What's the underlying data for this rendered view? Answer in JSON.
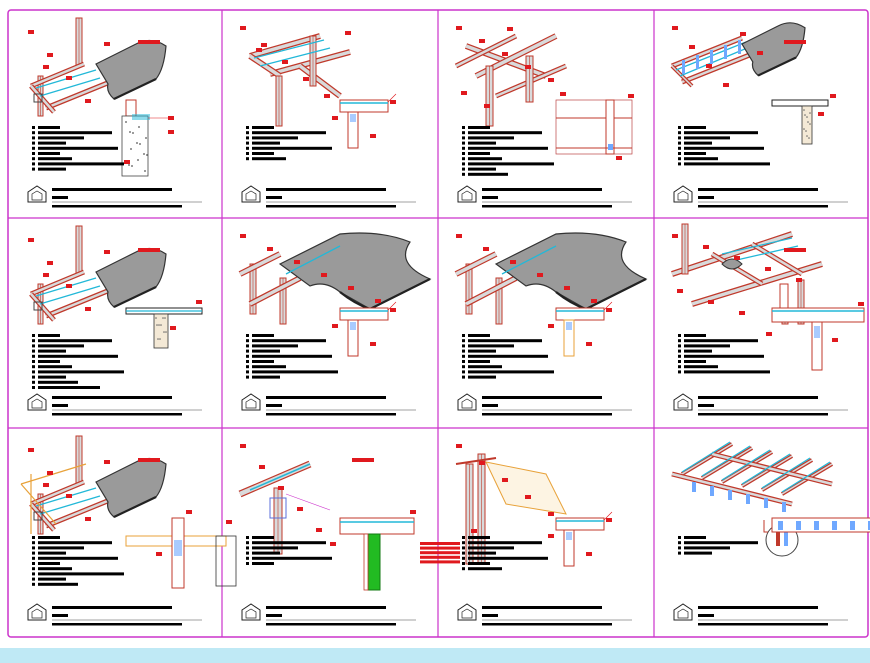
{
  "sheet": {
    "title": "",
    "colors": {
      "frame": "#cc33cc",
      "steel": "#c0392b",
      "beam_fill": "#d9dadb",
      "slab": "#9a9a9a",
      "slab_edge": "#333333",
      "accent_cyan": "#22b8d8",
      "accent_green": "#22bb22",
      "accent_orange": "#e8a23a",
      "label_red": "#e0191e",
      "ink": "#111111",
      "bottom_band": "#bfe9f5"
    }
  },
  "panels": [
    {
      "id": "p1",
      "variant": "slab_corner",
      "legend_rows": 9,
      "has_red_tag": true,
      "section": "column_slab"
    },
    {
      "id": "p2",
      "variant": "beam_frame",
      "legend_rows": 7,
      "has_red_tag": false,
      "section": "column_cap"
    },
    {
      "id": "p3",
      "variant": "beam_grid",
      "legend_rows": 10,
      "has_red_tag": false,
      "section": "portal"
    },
    {
      "id": "p4",
      "variant": "slab_edge",
      "legend_rows": 8,
      "has_red_tag": true,
      "section": "slab_strip"
    },
    {
      "id": "p5",
      "variant": "slab_corner",
      "legend_rows": 11,
      "has_red_tag": true,
      "section": "slab_block"
    },
    {
      "id": "p6",
      "variant": "big_slab",
      "legend_rows": 9,
      "has_red_tag": false,
      "section": "column_cap"
    },
    {
      "id": "p7",
      "variant": "big_slab",
      "legend_rows": 9,
      "has_red_tag": false,
      "section": "column_cap_orange"
    },
    {
      "id": "p8",
      "variant": "roof_frame",
      "legend_rows": 8,
      "has_red_tag": true,
      "section": "beam_long"
    },
    {
      "id": "p9",
      "variant": "slab_corner_orange",
      "legend_rows": 10,
      "has_red_tag": true,
      "section": "wall_section"
    },
    {
      "id": "p10",
      "variant": "column_beam",
      "legend_rows": 6,
      "has_red_tag": true,
      "section": "green_column"
    },
    {
      "id": "p11",
      "variant": "tall_column",
      "legend_rows": 7,
      "has_red_tag": false,
      "section": "column_cap"
    },
    {
      "id": "p12",
      "variant": "truss_grid",
      "legend_rows": 4,
      "has_red_tag": false,
      "section": "joist_row"
    }
  ]
}
